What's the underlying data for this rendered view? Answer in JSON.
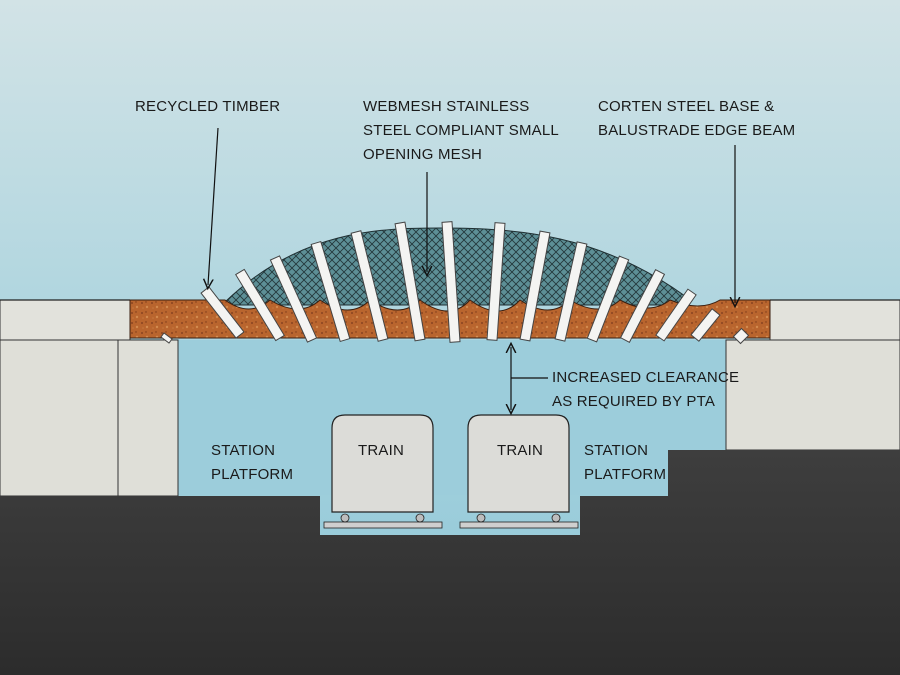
{
  "labels": {
    "recycled_timber": "RECYCLED TIMBER",
    "webmesh": [
      "WEBMESH STAINLESS",
      "STEEL COMPLIANT SMALL",
      "OPENING MESH"
    ],
    "corten": [
      "CORTEN STEEL BASE &",
      "BALUSTRADE EDGE BEAM"
    ],
    "clearance": [
      "INCREASED CLEARANCE",
      "AS REQUIRED BY PTA"
    ],
    "platform_left": [
      "STATION",
      "PLATFORM"
    ],
    "platform_right": [
      "STATION",
      "PLATFORM"
    ],
    "train_left": "TRAIN",
    "train_right": "TRAIN"
  },
  "colors": {
    "sky_top": "#c9dfe3",
    "sky_bottom": "#8fc6d6",
    "timber": "#b8632d",
    "mesh": "#2d4a4f",
    "platform": "#dcdcd6",
    "ground": "#3a3a3a",
    "train": "#d9d9d6"
  }
}
